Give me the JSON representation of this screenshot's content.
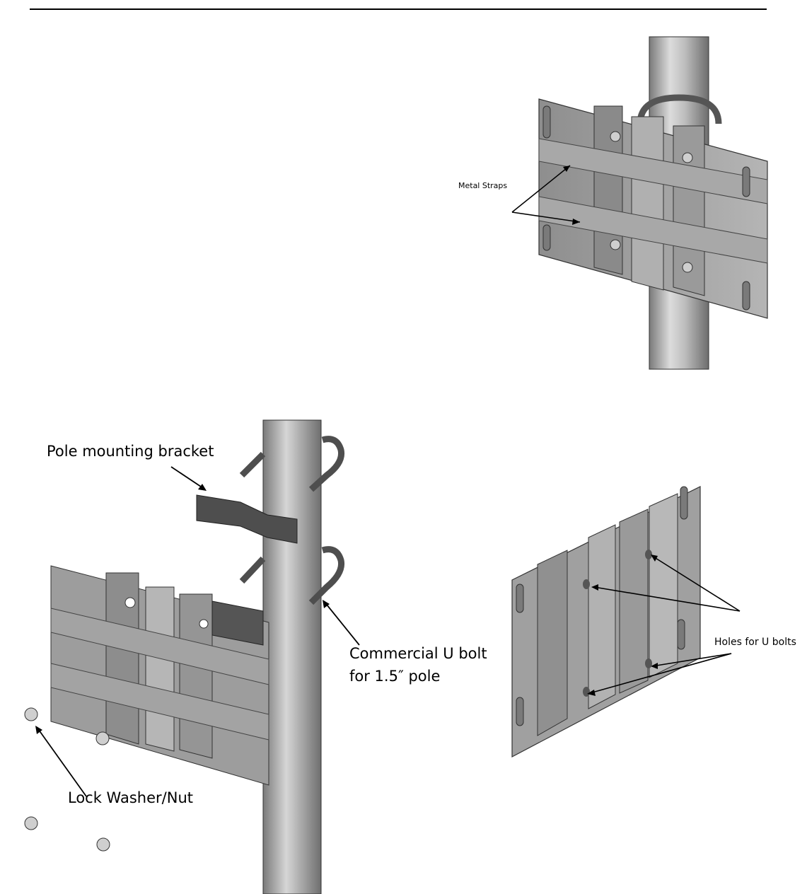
{
  "figures": {
    "assembled": {
      "label_metal_straps": "Metal Straps"
    },
    "exploded": {
      "label_pole_bracket": "Pole mounting bracket",
      "label_u_bolt_line1": "Commercial U bolt",
      "label_u_bolt_line2": "for 1.5″ pole",
      "label_lock_washer": "Lock Washer/Nut"
    },
    "bracket_back": {
      "label_holes": "Holes for U bolts"
    }
  },
  "colors": {
    "steel_light": "#c9c9c9",
    "steel_mid": "#9c9c9c",
    "steel_dark": "#6a6a6a",
    "strap": "#a6a6a6",
    "pole_highlight": "#d8d8d8"
  }
}
